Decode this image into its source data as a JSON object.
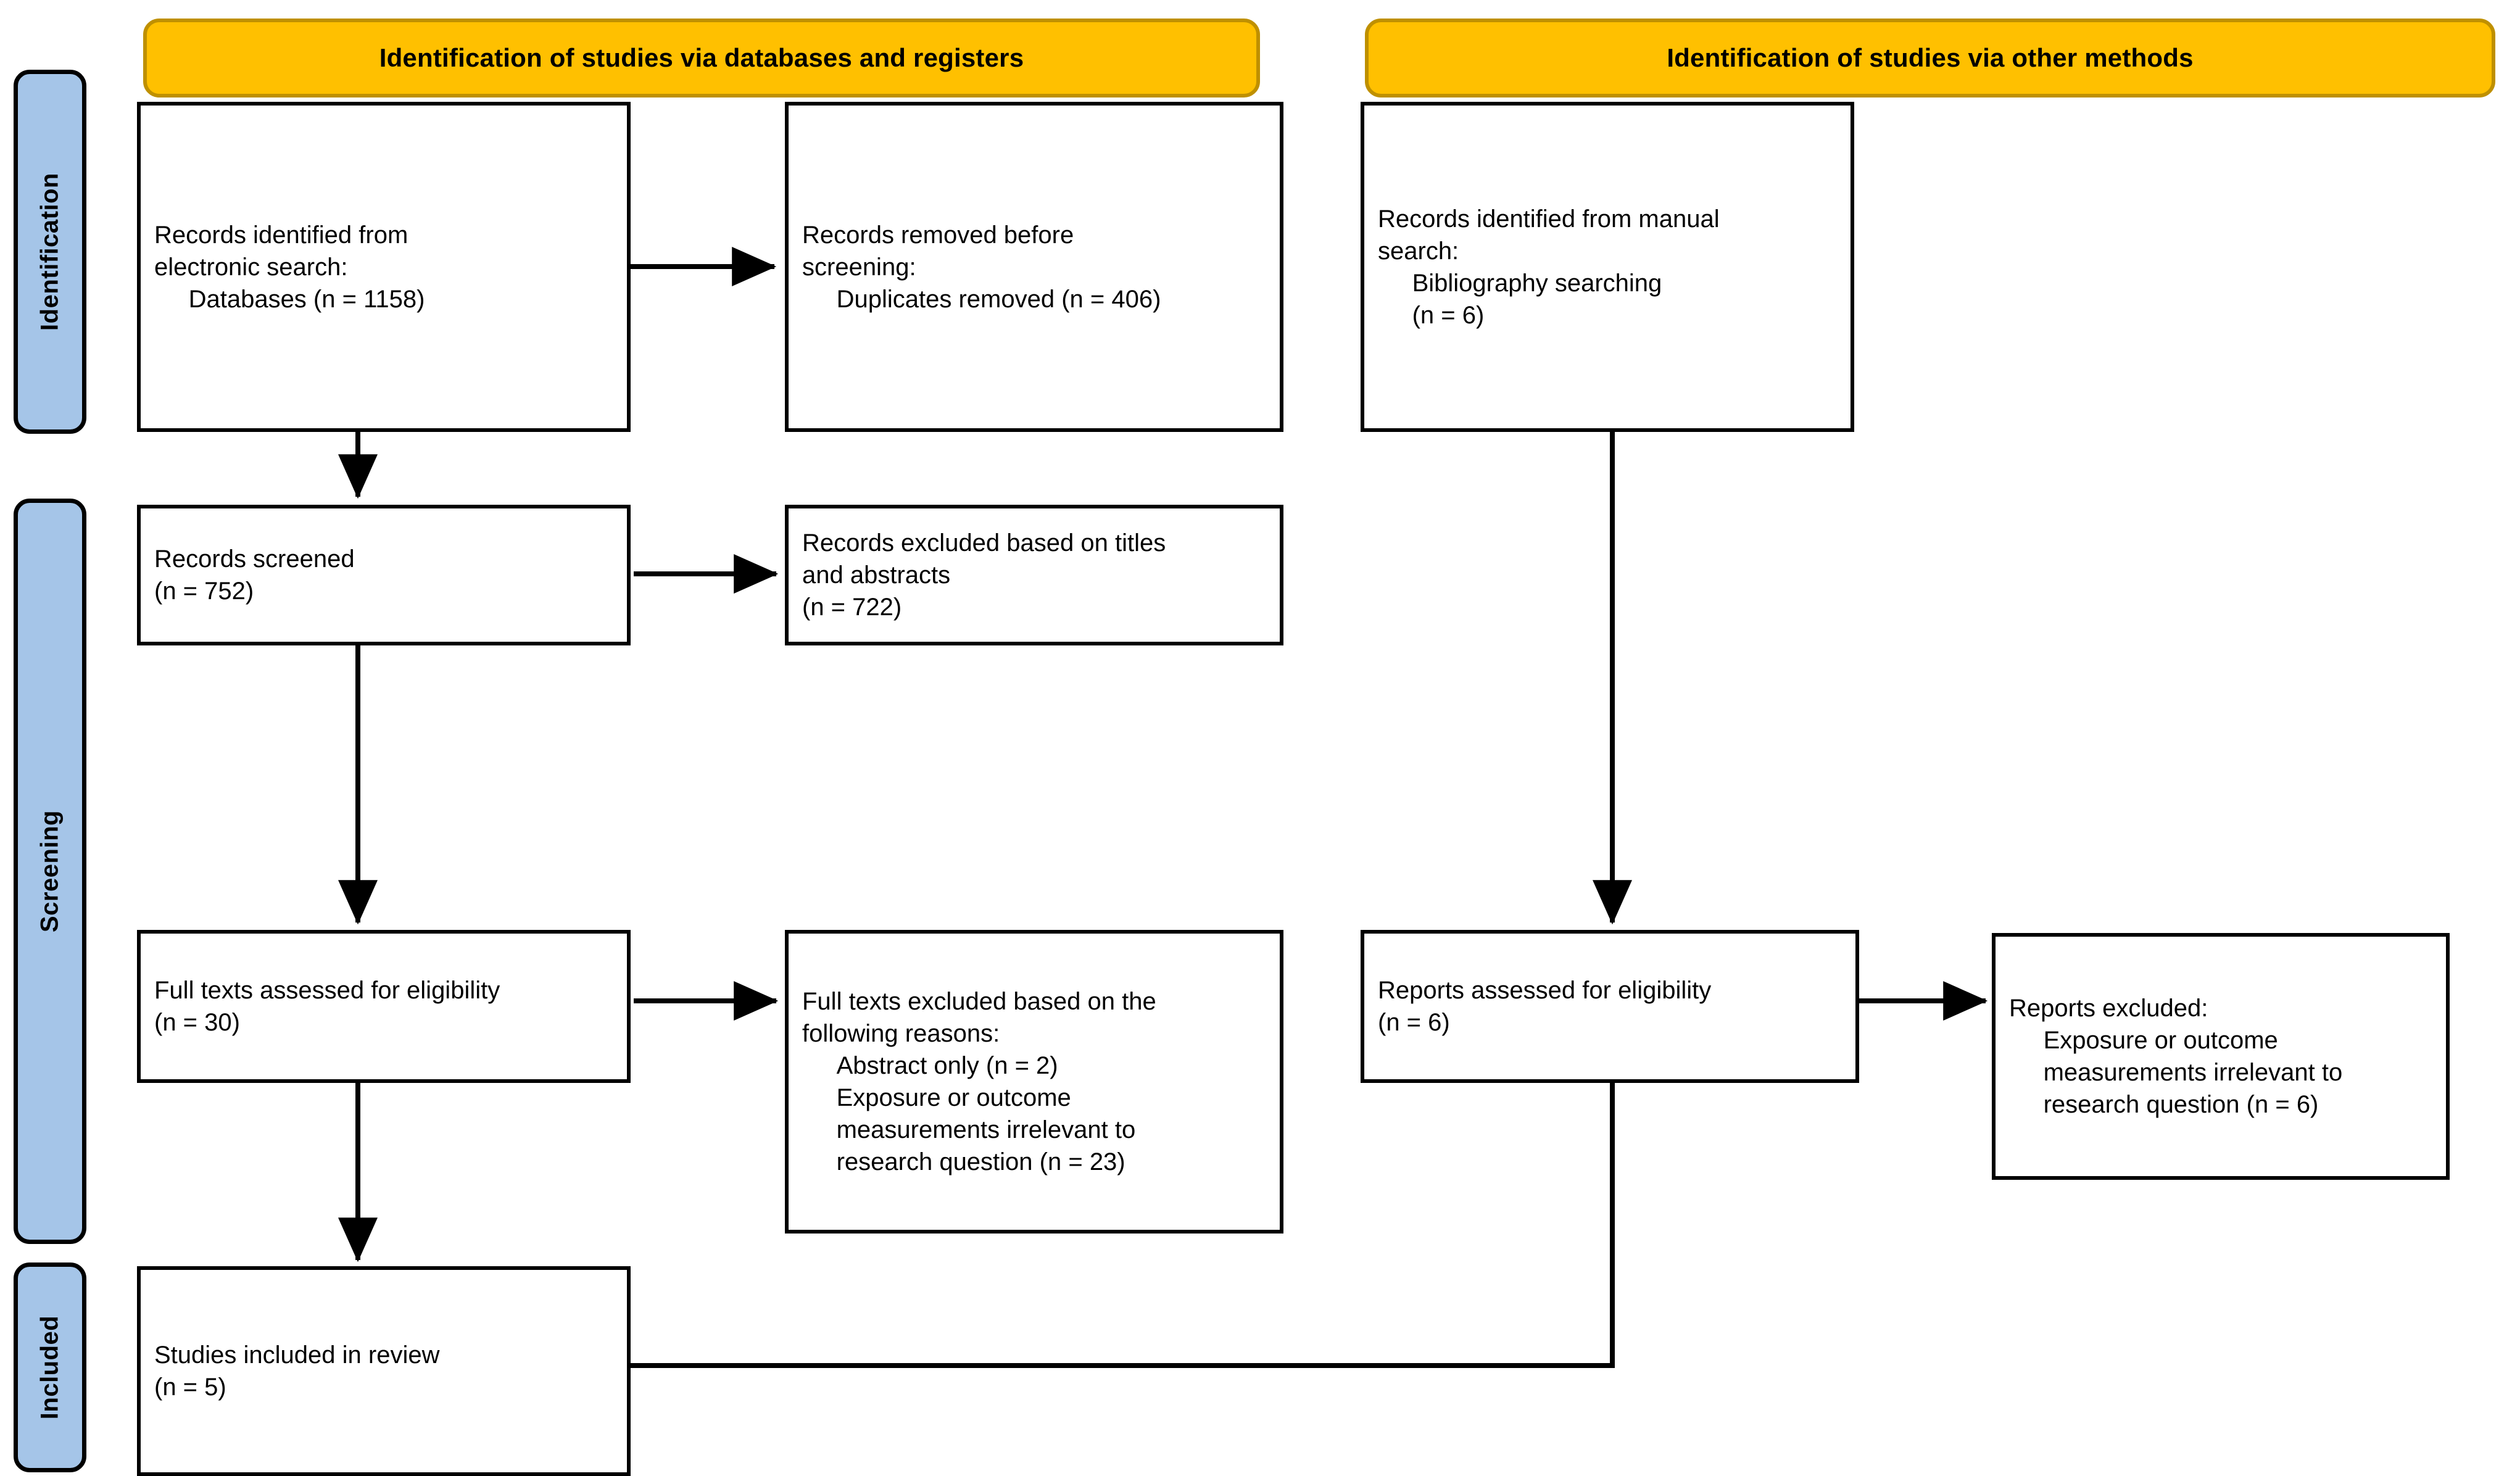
{
  "colors": {
    "banner_fill": "#FFC000",
    "banner_border": "#BF9000",
    "phase_fill": "#A5C5E8",
    "box_border": "#000000",
    "text": "#000000",
    "page_background": "#FFFFFF"
  },
  "banners": {
    "databases": "Identification of studies via databases and registers",
    "other_methods": "Identification of studies via other methods"
  },
  "phases": {
    "identification": "Identification",
    "screening": "Screening",
    "included": "Included"
  },
  "boxes": {
    "records_identified": "Records identified from\nelectronic search:\n     Databases (n = 1158)",
    "records_removed": "Records removed before\nscreening:\n     Duplicates removed (n = 406)",
    "records_manual": "Records identified from manual\nsearch:\n     Bibliography searching\n     (n = 6)",
    "records_screened": "Records screened\n(n = 752)",
    "records_excluded": "Records excluded based on titles\nand abstracts\n(n = 722)",
    "full_texts_assessed": "Full texts assessed for eligibility\n(n = 30)",
    "full_texts_excluded": "Full texts excluded based on the\nfollowing reasons:\n     Abstract only (n = 2)\n     Exposure or outcome\n     measurements irrelevant to\n     research question (n = 23)",
    "reports_assessed": "Reports assessed for eligibility\n(n = 6)",
    "reports_excluded": "Reports excluded:\n     Exposure or outcome\n     measurements irrelevant to\n     research question (n = 6)",
    "studies_included": "Studies included in review\n(n = 5)"
  },
  "counts": {
    "databases_n": 1158,
    "duplicates_removed_n": 406,
    "manual_bibliography_n": 6,
    "records_screened_n": 752,
    "records_excluded_n": 722,
    "full_texts_assessed_n": 30,
    "abstract_only_n": 2,
    "exposure_outcome_irrelevant_n": 23,
    "reports_assessed_n": 6,
    "reports_excluded_n": 6,
    "studies_included_n": 5
  }
}
